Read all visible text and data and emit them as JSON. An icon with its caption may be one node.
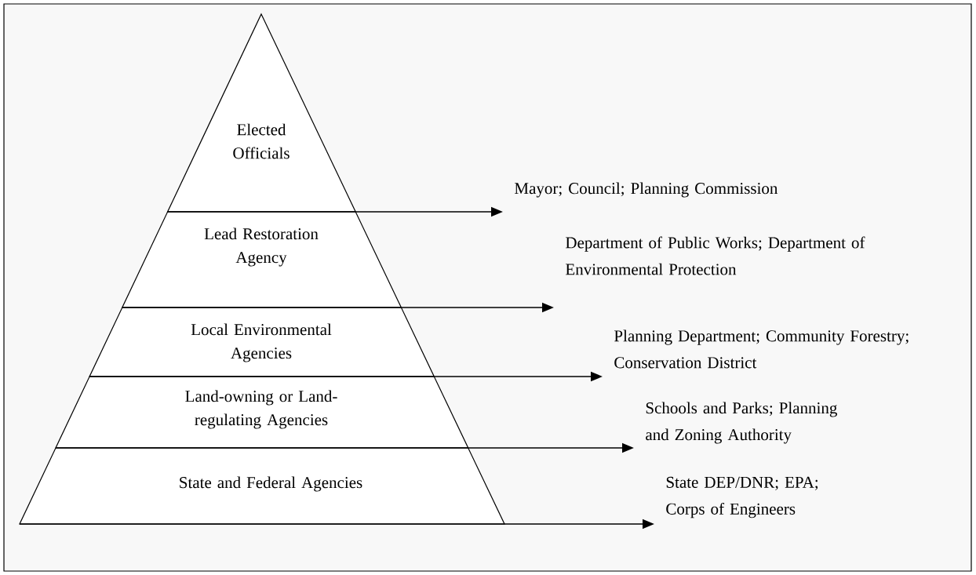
{
  "diagram": {
    "nodes": [
      {
        "text": [
          "Elected Officials"
        ]
      },
      {
        "text": [
          "Lead Restoration Agency"
        ]
      },
      {
        "text": [
          "Local Environmental Agencies"
        ]
      },
      {
        "text": [
          "Land-owning or Land-regulating Agencies"
        ]
      },
      {
        "text": [
          "State and Federal Agencies"
        ]
      },
      {
        "text": [
          "Mayor; Council; Planning Commission"
        ]
      },
      {
        "text": [
          "Department of Public Works; Department of Environmental Protection"
        ]
      },
      {
        "text": [
          "Planning Department; Community Forestry; Conservation District"
        ]
      },
      {
        "text": [
          "Schools and Parks; Planning and Zoning Authority"
        ]
      },
      {
        "text": [
          "State DEP/DNR; EPA; Corps of Engineers"
        ]
      }
    ],
    "edges": [
      {
        "from": 0,
        "to": 5,
        "arrow": "to"
      },
      {
        "from": 1,
        "to": 6,
        "arrow": "to"
      },
      {
        "from": 2,
        "to": 7,
        "arrow": "to"
      },
      {
        "from": 3,
        "to": 8,
        "arrow": "to"
      },
      {
        "from": 4,
        "to": 9,
        "arrow": "to"
      }
    ]
  }
}
